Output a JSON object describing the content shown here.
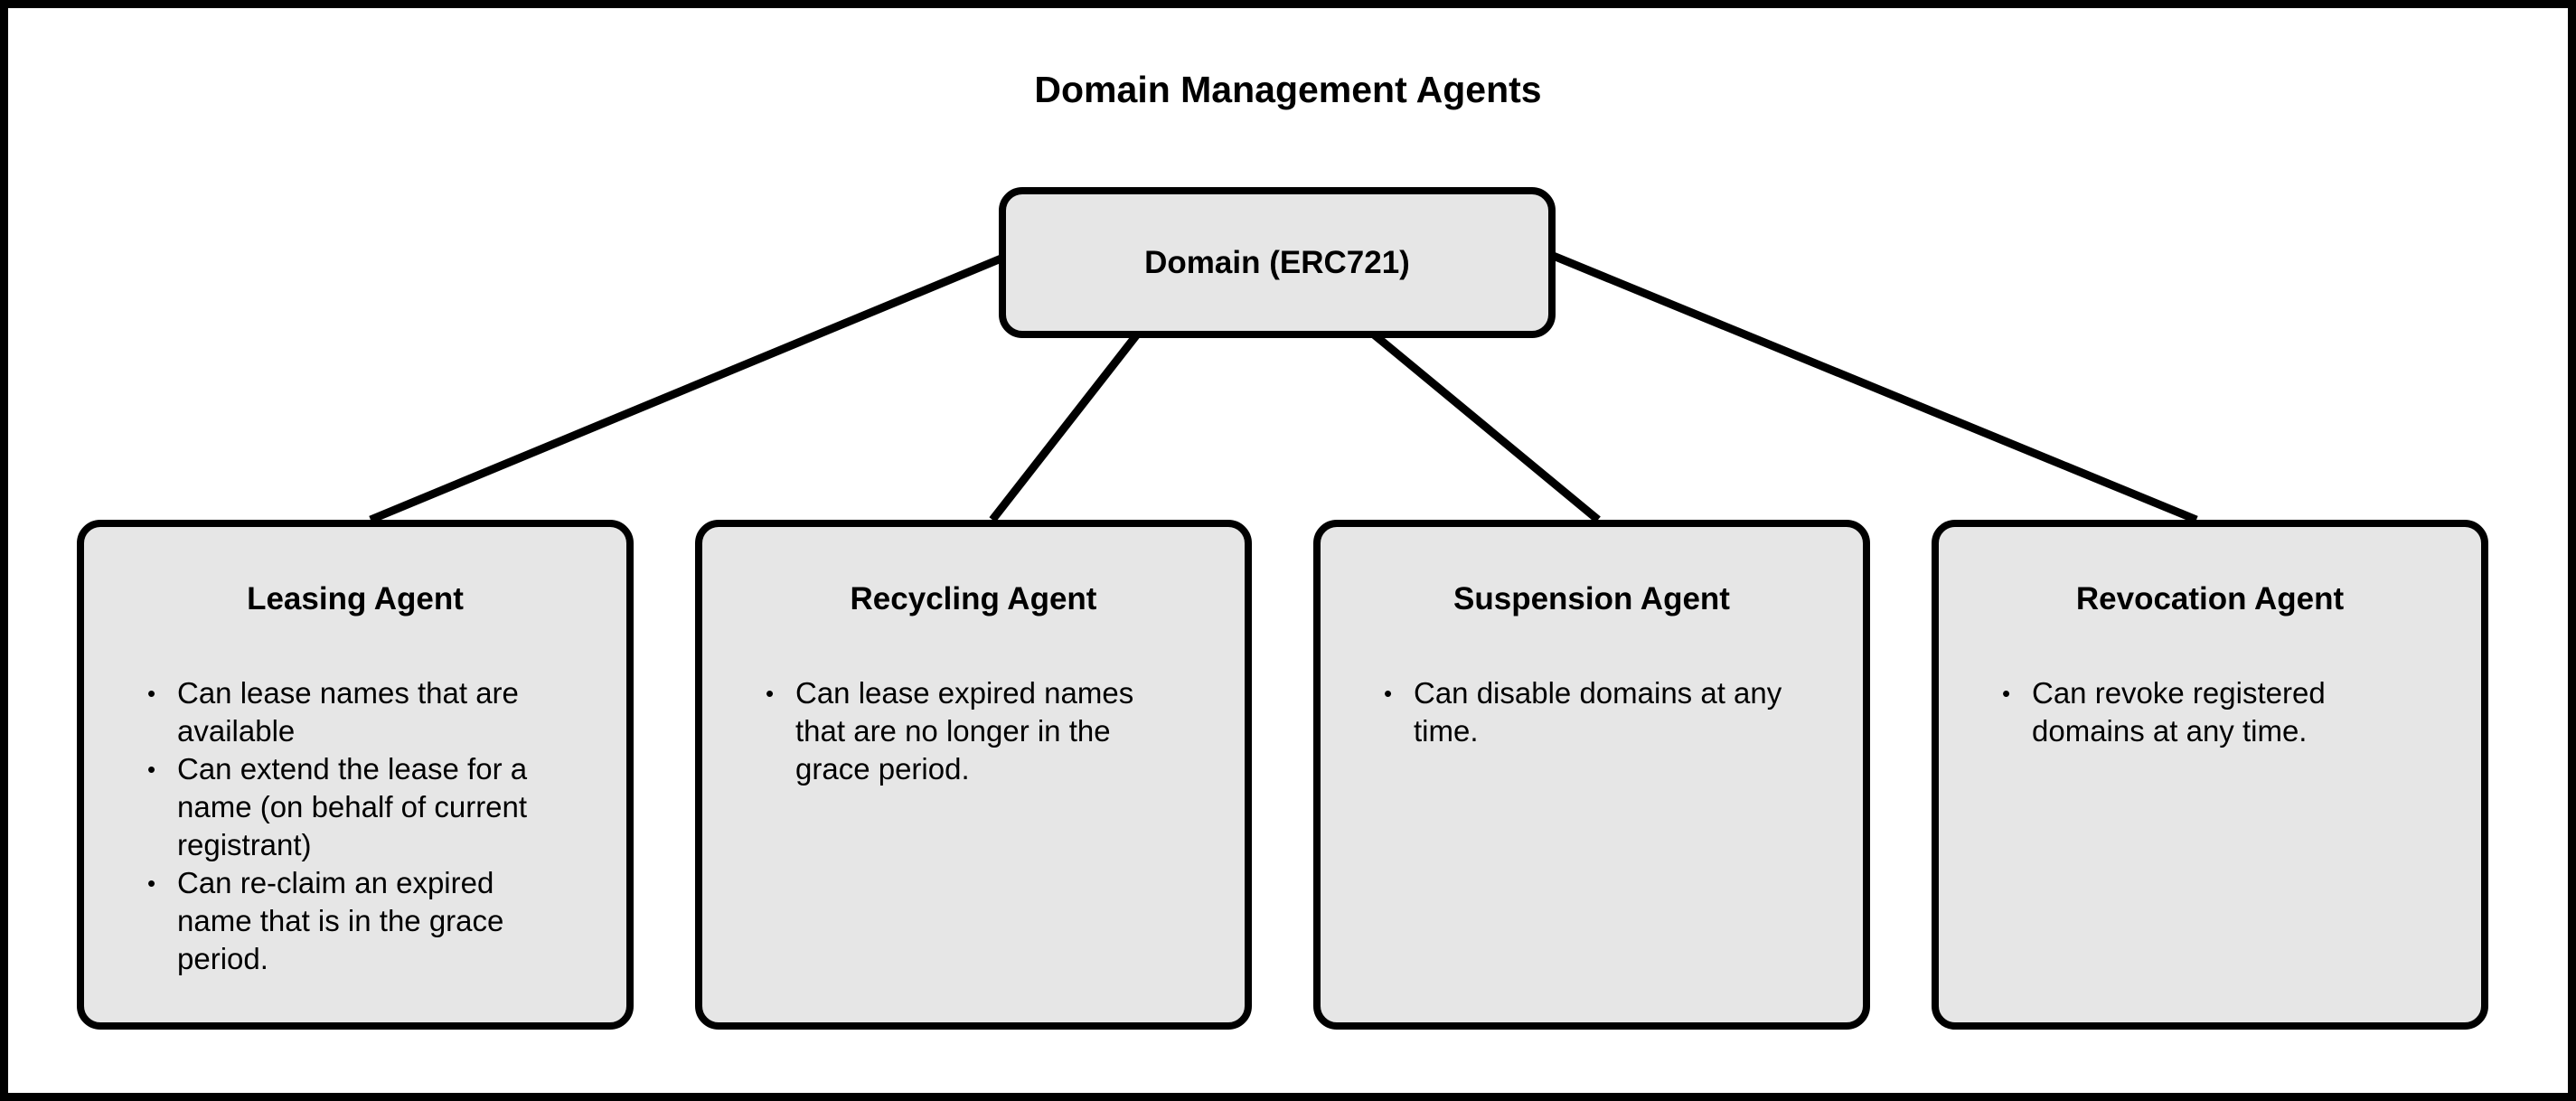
{
  "title": "Domain Management Agents",
  "root": {
    "label": "Domain (ERC721)"
  },
  "agents": [
    {
      "title": "Leasing Agent",
      "bullets": [
        "Can lease names that are available",
        "Can extend the lease for a name (on behalf of current registrant)",
        "Can re-claim an expired name that is in the grace period."
      ]
    },
    {
      "title": "Recycling Agent",
      "bullets": [
        "Can lease expired names that are no longer in the grace period."
      ]
    },
    {
      "title": "Suspension Agent",
      "bullets": [
        "Can disable domains at any time."
      ]
    },
    {
      "title": "Revocation Agent",
      "bullets": [
        "Can revoke registered domains at any time."
      ]
    }
  ],
  "colors": {
    "box_fill": "#e6e6e6",
    "stroke": "#000000",
    "background": "#ffffff"
  }
}
